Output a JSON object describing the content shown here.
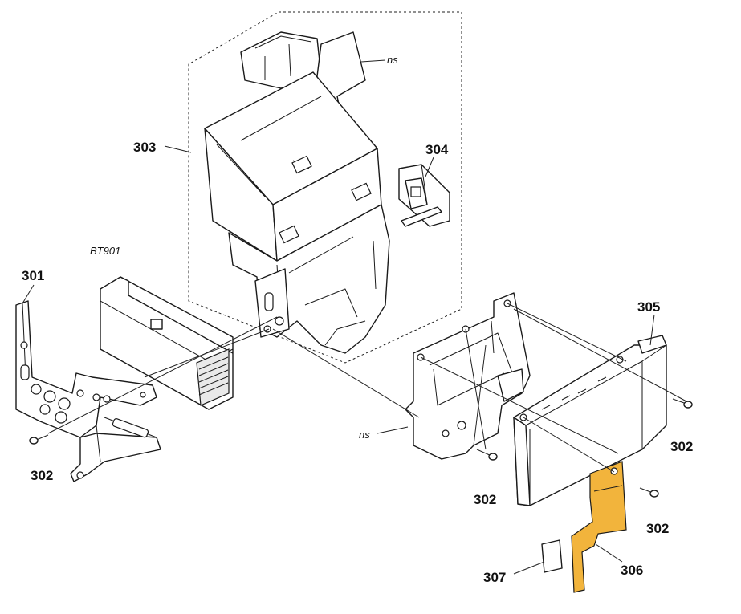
{
  "labels": {
    "p301": "301",
    "p302a": "302",
    "p302b": "302",
    "p302c": "302",
    "p302d": "302",
    "p303": "303",
    "p304": "304",
    "p305": "305",
    "p306": "306",
    "p307": "307",
    "bt901": "BT901",
    "ns_top": "ns",
    "ns_bottom": "ns"
  },
  "colors": {
    "line": "#1a1a1a",
    "flex_cable": "#f2b43c",
    "background": "#ffffff"
  }
}
